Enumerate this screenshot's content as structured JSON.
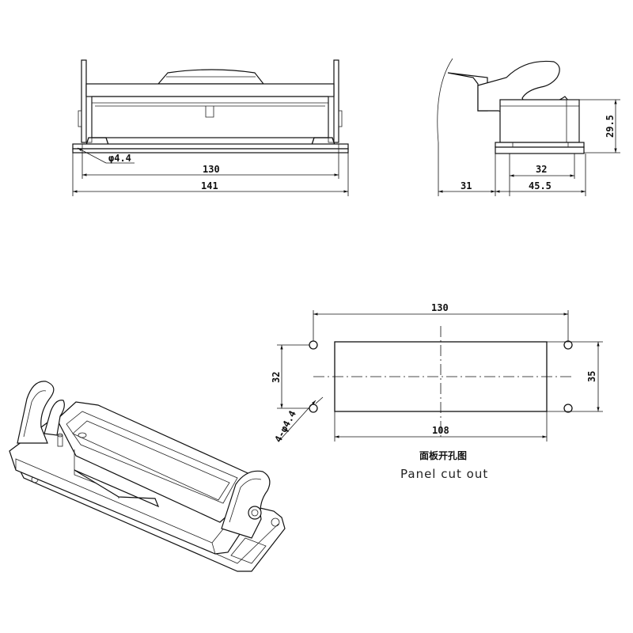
{
  "front_view": {
    "hole_label": "φ4.4",
    "dim_inner": "130",
    "dim_outer": "141"
  },
  "side_view": {
    "dim_height": "29.5",
    "dim_base": "32",
    "dim_left": "31",
    "dim_right": "45.5"
  },
  "panel_cutout": {
    "dim_top": "130",
    "dim_left": "32",
    "dim_holes": "4-φ4.4",
    "dim_bottom": "108",
    "dim_right": "35",
    "caption_cn": "面板开孔图",
    "caption_en": "Panel cut out"
  }
}
